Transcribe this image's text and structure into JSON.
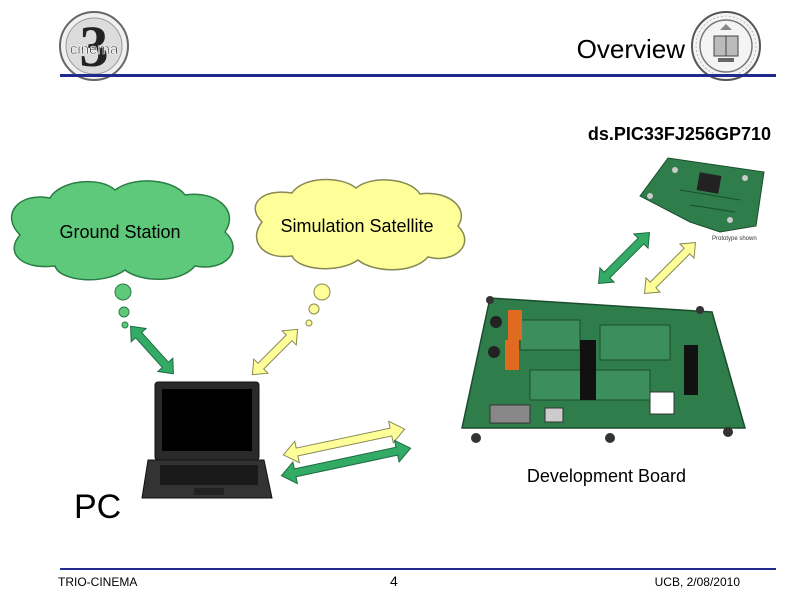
{
  "header": {
    "title": "Overview",
    "logo_left_text": "cinema",
    "logo_left_numeral": "3",
    "rule_color": "#1f2a8c"
  },
  "diagram": {
    "chip_label": "ds.PIC33FJ256GP710",
    "chip_caption": "Prototype shown",
    "cloud_ground": "Ground Station",
    "cloud_satellite": "Simulation Satellite",
    "pc_label": "PC",
    "board_label": "Development Board",
    "colors": {
      "cloud_green": "#5ec97a",
      "cloud_yellow": "#ffff99",
      "arrow_green": "#33aa66",
      "arrow_yellow": "#ffff99",
      "board_green": "#2e7d4a"
    }
  },
  "footer": {
    "left": "TRIO-CINEMA",
    "page_number": "4",
    "right": "UCB, 2/08/2010"
  }
}
